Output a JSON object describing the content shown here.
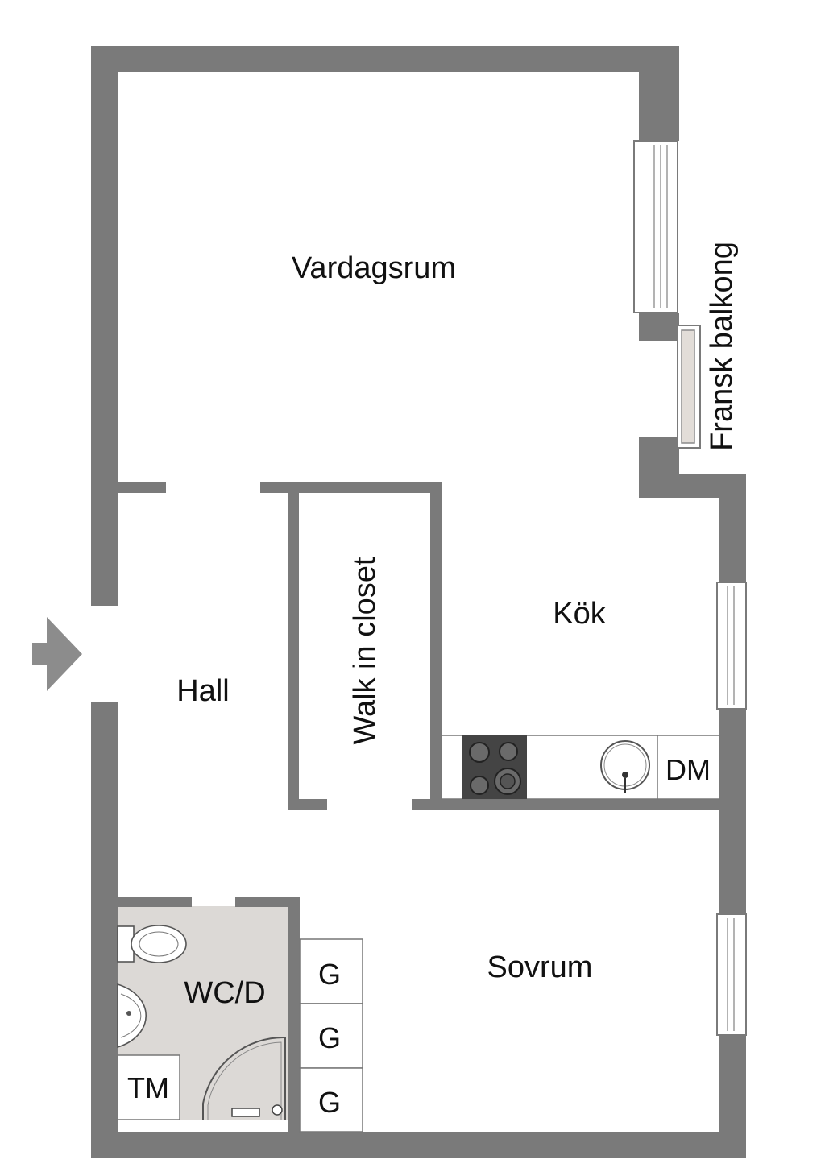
{
  "rooms": {
    "living": "Vardagsrum",
    "balcony": "Fransk balkong",
    "closet": "Walk in closet",
    "kitchen": "Kök",
    "hall": "Hall",
    "bedroom": "Sovrum",
    "bathroom": "WC/D"
  },
  "fixtures": {
    "dishwasher": "DM",
    "washer": "TM",
    "wardrobe": [
      "G",
      "G",
      "G"
    ]
  },
  "colors": {
    "wall": "#7a7a7a",
    "bathroom_floor": "#dcd9d6",
    "stove": "#444444",
    "entry_arrow": "#8c8c8c"
  }
}
